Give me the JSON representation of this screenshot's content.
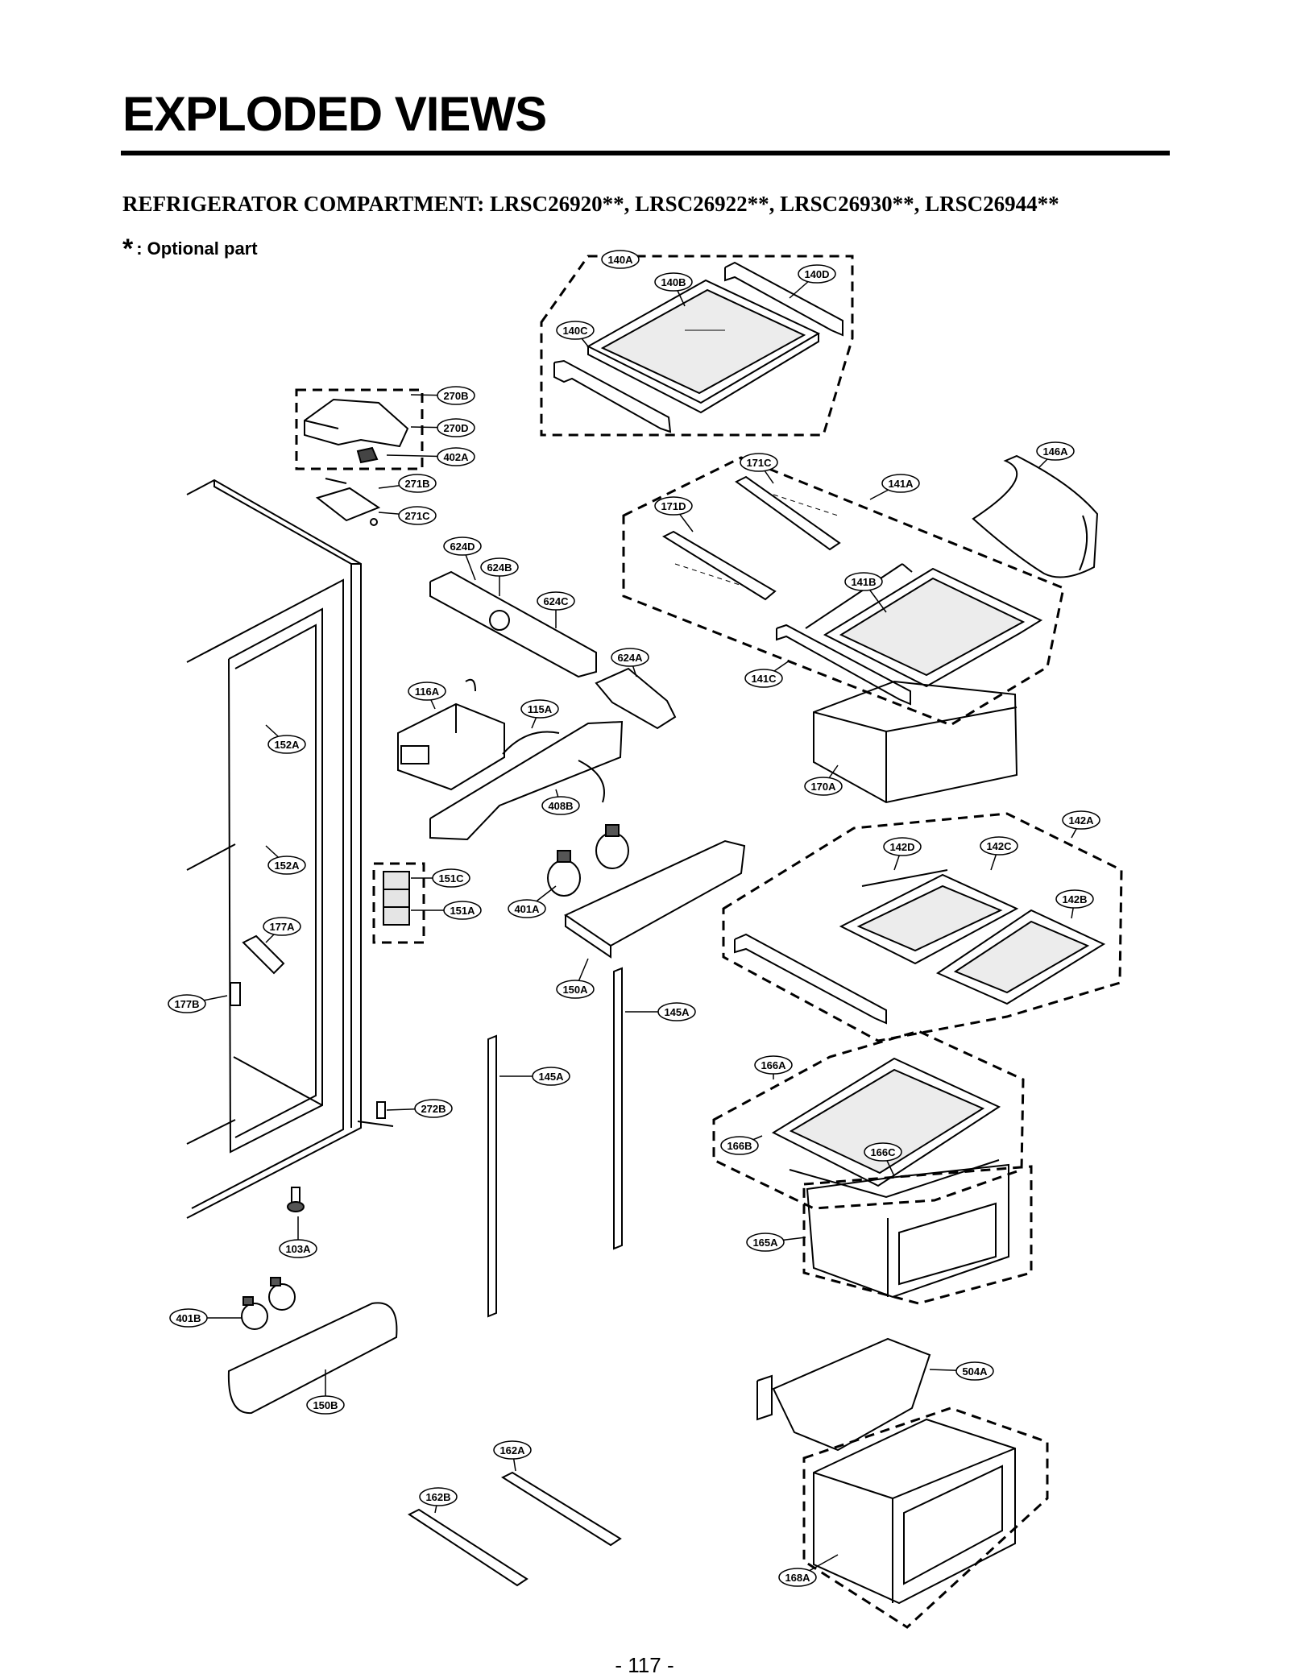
{
  "header": {
    "title": "EXPLODED VIEWS",
    "subtitle": "REFRIGERATOR COMPARTMENT: LRSC26920**, LRSC26922**, LRSC26930**, LRSC26944**",
    "note_star": "*",
    "note_text": ": Optional part"
  },
  "parts": [
    "140A",
    "140B",
    "140D",
    "140C",
    "270B",
    "270D",
    "402A",
    "271B",
    "271C",
    "146A",
    "171C",
    "141A",
    "171D",
    "141B",
    "141C",
    "624D",
    "624B",
    "624C",
    "624A",
    "116A",
    "115A",
    "408B",
    "170A",
    "152A",
    "152A",
    "151C",
    "151A",
    "401A",
    "142A",
    "142D",
    "142C",
    "142B",
    "177A",
    "177B",
    "150A",
    "145A",
    "145A",
    "166A",
    "166B",
    "166C",
    "165A",
    "272B",
    "103A",
    "401B",
    "150B",
    "504A",
    "162A",
    "162B",
    "168A"
  ],
  "footer": {
    "page_number": "- 117 -"
  }
}
